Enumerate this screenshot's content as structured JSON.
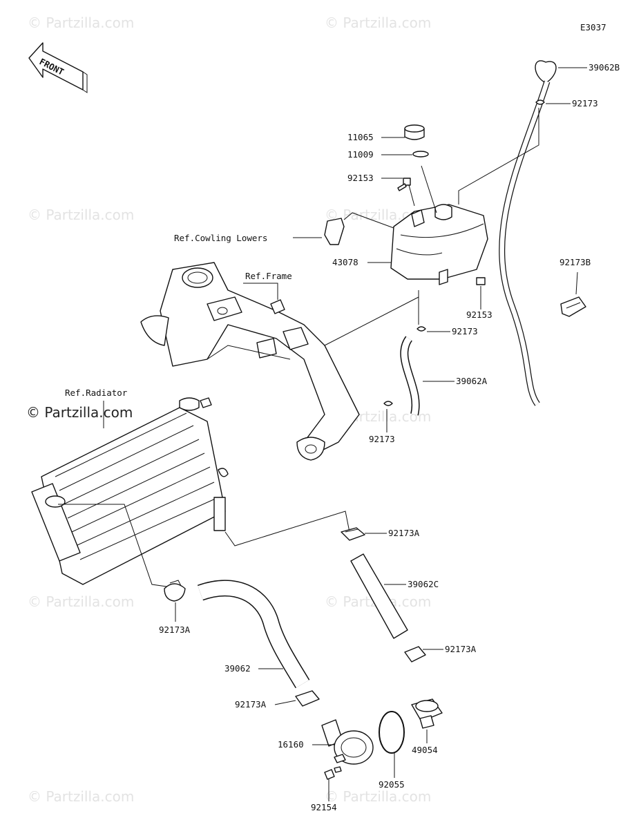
{
  "diagram_code": "E3037",
  "front_label": "FRONT",
  "watermark": "© Partzilla.com",
  "references": {
    "cowling_lowers": "Ref.Cowling Lowers",
    "frame": "Ref.Frame",
    "radiator": "Ref.Radiator"
  },
  "parts": {
    "p39062B": "39062B",
    "p92173_top": "92173",
    "p11065": "11065",
    "p11009": "11009",
    "p92153_left": "92153",
    "p43078": "43078",
    "p92173B": "92173B",
    "p92153_right": "92153",
    "p92173_mid": "92173",
    "p39062A": "39062A",
    "p92173_low": "92173",
    "p92173A_upper": "92173A",
    "p39062C": "39062C",
    "p92173A_left": "92173A",
    "p92173A_right": "92173A",
    "p39062": "39062",
    "p92173A_pump": "92173A",
    "p16160": "16160",
    "p92055": "92055",
    "p49054": "49054",
    "p92154": "92154"
  }
}
